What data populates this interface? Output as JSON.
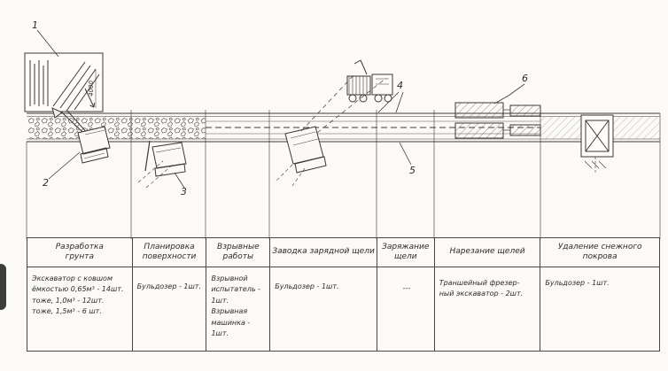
{
  "drawing": {
    "callouts": [
      "1",
      "2",
      "3",
      "4",
      "5",
      "6"
    ],
    "dimension": "4000"
  },
  "table": {
    "columns": [
      {
        "header": "Разработка\nгрунта",
        "content": "Экскаватор с ковшом\nёмкостью 0,65м³ - 14шт.\nтоже,  1,0м³ - 12шт.\nтоже,  1,5м³ - 6 шт."
      },
      {
        "header": "Планировка\nповерхности",
        "content": "Бульдозер - 1шт."
      },
      {
        "header": "Взрывные\nработы",
        "content": "Взрывной\nиспытатель - 1шт.\nВзрывная\nмашинка - 1шт."
      },
      {
        "header": "Заводка зарядной щели",
        "content": "Бульдозер - 1шт."
      },
      {
        "header": "Заряжание\nщели",
        "content": "---"
      },
      {
        "header": "Нарезание щелей",
        "content": "Траншейный фрезер-\nный экскаватор - 2шт."
      },
      {
        "header": "Удаление снежного\nпокрова",
        "content": "Бульдозер - 1шт."
      }
    ]
  }
}
